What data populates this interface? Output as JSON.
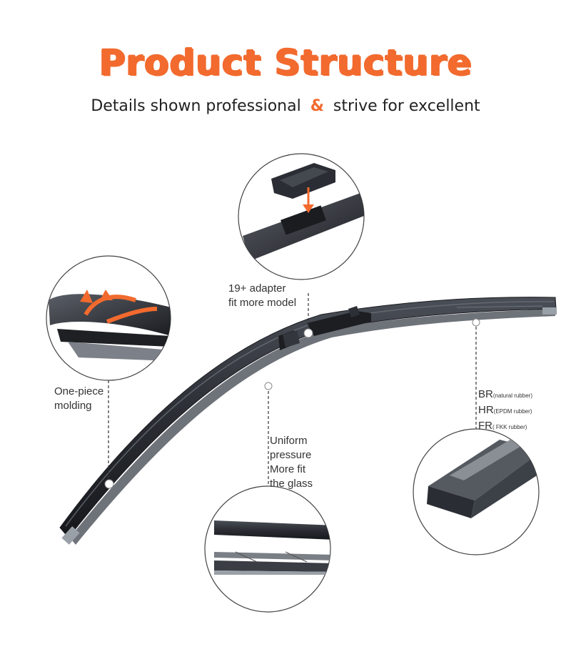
{
  "header": {
    "title": "Product Structure",
    "subtitle_before": "Details shown professional",
    "subtitle_amp": "&",
    "subtitle_after": "strive for excellent"
  },
  "callouts": {
    "adapter": {
      "line1": "19+ adapter",
      "line2": "fit more model"
    },
    "molding": {
      "line1": "One-piece",
      "line2": "molding"
    },
    "pressure": {
      "line1": "Uniform",
      "line2": "pressure",
      "line3": "More fit",
      "line4": "the glass"
    },
    "rubber": [
      {
        "code": "BR",
        "desc": "(natural rubber)"
      },
      {
        "code": "HR",
        "desc": "(EPDM rubber)"
      },
      {
        "code": "FR",
        "desc": "( FKK rubber)"
      }
    ]
  },
  "colors": {
    "accent": "#f26a2e",
    "blade": "#2a2d33"
  }
}
